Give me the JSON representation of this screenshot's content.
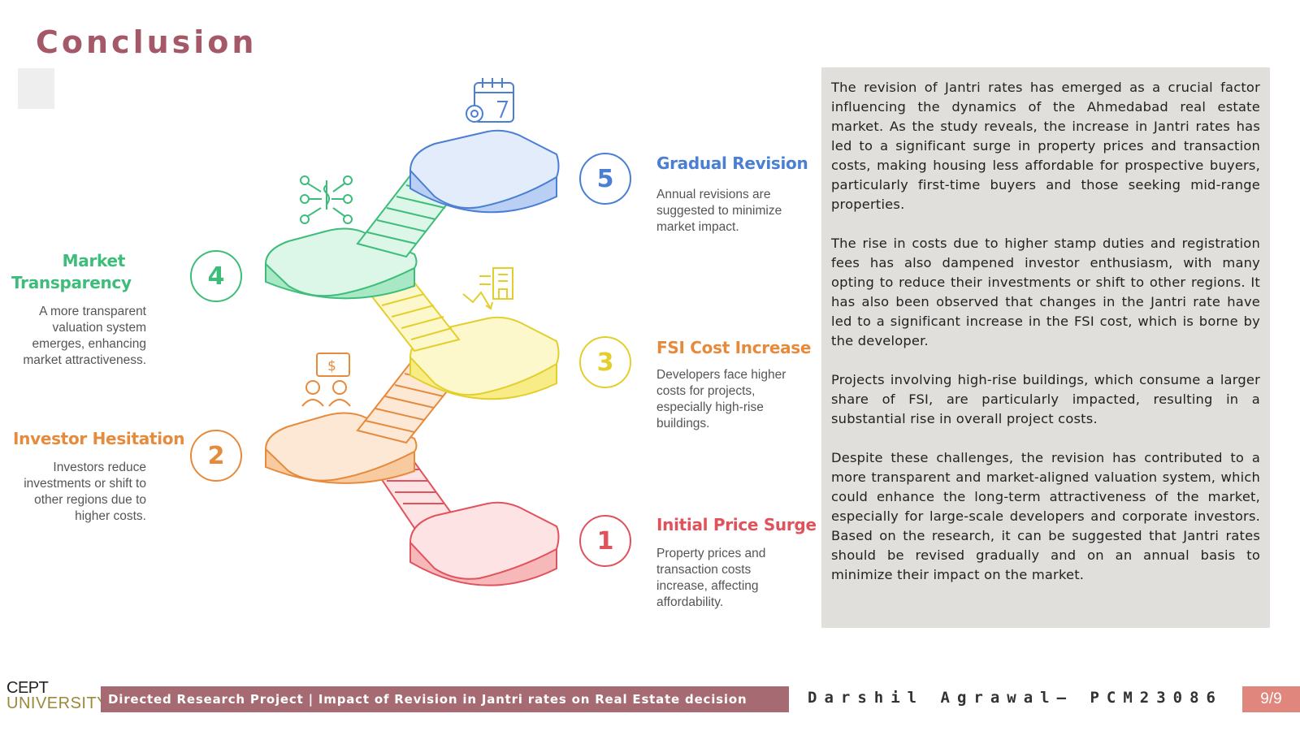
{
  "page": {
    "title": "Conclusion"
  },
  "colors": {
    "title": "#a45868",
    "step1": "#e0525c",
    "step2": "#e68a3c",
    "step3": "#e3cf2c",
    "step4": "#3dbd7a",
    "step5": "#4a7fd4",
    "footer_bar": "#a66a72",
    "page_badge": "#e0867c",
    "panel": "#e1dfdc"
  },
  "steps": [
    {
      "number": "1",
      "title": "Initial Price Surge",
      "description": "Property prices and transaction costs increase, affecting affordability.",
      "icon": "none"
    },
    {
      "number": "2",
      "title": "Investor Hesitation",
      "description": "Investors reduce investments or shift to other regions due to higher costs.",
      "icon": "investors-money-icon"
    },
    {
      "number": "3",
      "title": "FSI Cost Increase",
      "description": "Developers face higher costs for projects, especially high-rise buildings.",
      "icon": "building-cost-chart-icon"
    },
    {
      "number": "4",
      "title": "Market Transparency",
      "description": "A more transparent valuation system emerges, enhancing market attractiveness.",
      "icon": "money-network-icon"
    },
    {
      "number": "5",
      "title": "Gradual Revision",
      "description": "Annual revisions are suggested to minimize market impact.",
      "icon": "calendar-gear-icon"
    }
  ],
  "conclusion_paragraphs": [
    "The revision of Jantri rates has emerged as a crucial factor influencing the dynamics of the Ahmedabad real estate market. As the study reveals, the increase in Jantri rates has led to a significant surge in property prices and transaction costs, making housing less affordable for prospective buyers, particularly first-time buyers and those seeking mid-range properties.",
    "The rise in costs due to higher stamp duties and registration fees has also dampened investor enthusiasm, with many opting to reduce their investments or shift to other regions. It has also been observed that changes in the Jantri rate have led to a significant increase in the FSI cost, which is borne by the developer.",
    "Projects involving high-rise buildings, which consume a larger share of FSI, are particularly impacted, resulting in a substantial rise in overall project costs.",
    "Despite these challenges, the revision has contributed to a more transparent and market-aligned valuation system, which could enhance the long-term attractiveness of the market, especially for large-scale developers and corporate investors. Based on the research, it can be suggested that Jantri rates should be revised gradually and on an annual basis to minimize their impact on the market."
  ],
  "footer": {
    "logo_line1": "CEPT",
    "logo_line2": "UNIVERSITY",
    "project": "Directed Research Project | Impact of Revision in Jantri rates on Real Estate decision",
    "author": "Darshil Agrawal– PCM23086",
    "page": "9/9"
  }
}
